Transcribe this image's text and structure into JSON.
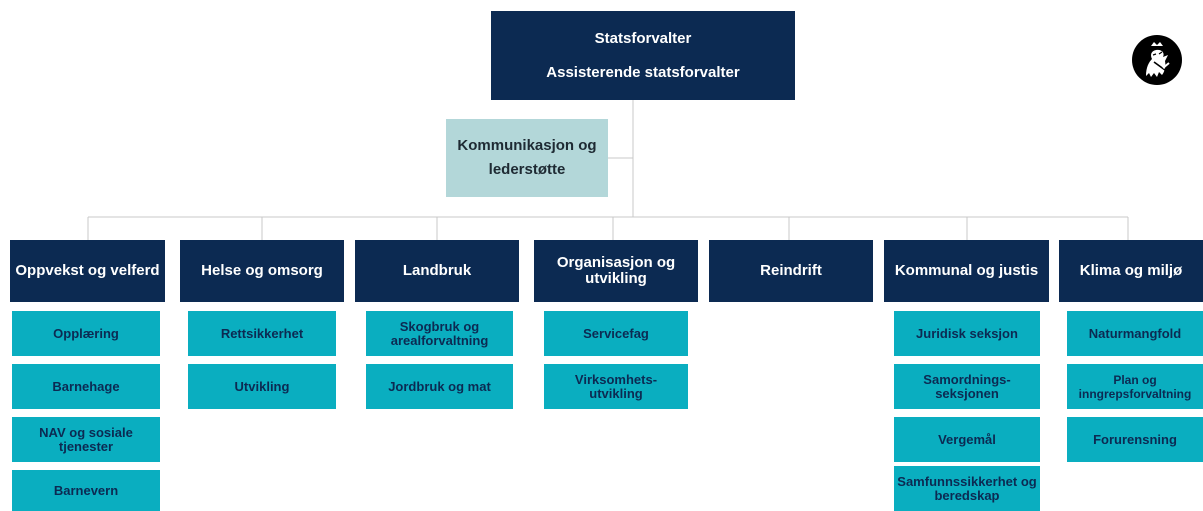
{
  "top": {
    "line1": "Statsforvalter",
    "line2": "Assisterende statsforvalter"
  },
  "staff": "Kommunikasjon og lederstøtte",
  "departments": [
    {
      "name": "Oppvekst og velferd",
      "units": [
        "Opplæring",
        "Barnehage",
        "NAV og sosiale tjenester",
        "Barnevern"
      ]
    },
    {
      "name": "Helse og omsorg",
      "units": [
        "Rettsikkerhet",
        "Utvikling"
      ]
    },
    {
      "name": "Landbruk",
      "units": [
        "Skogbruk og arealforvaltning",
        "Jordbruk og mat"
      ]
    },
    {
      "name": "Organisasjon og utvikling",
      "units": [
        "Servicefag",
        "Virksomhets-utvikling"
      ]
    },
    {
      "name": "Reindrift",
      "units": []
    },
    {
      "name": "Kommunal og justis",
      "units": [
        "Juridisk seksjon",
        "Samordnings-seksjonen",
        "Vergemål",
        "Samfunnssikkerhet og beredskap"
      ]
    },
    {
      "name": "Klima og miljø",
      "units": [
        "Naturmangfold",
        "Plan og inngrepsforvaltning",
        "Forurensning"
      ]
    }
  ],
  "colors": {
    "dark_box": "#0c2a52",
    "staff_box": "#b3d7d9",
    "unit_box": "#0aaec0",
    "connector": "#c8c8c8"
  },
  "logo_icon": "norwegian-lion-coat-of-arms-icon"
}
